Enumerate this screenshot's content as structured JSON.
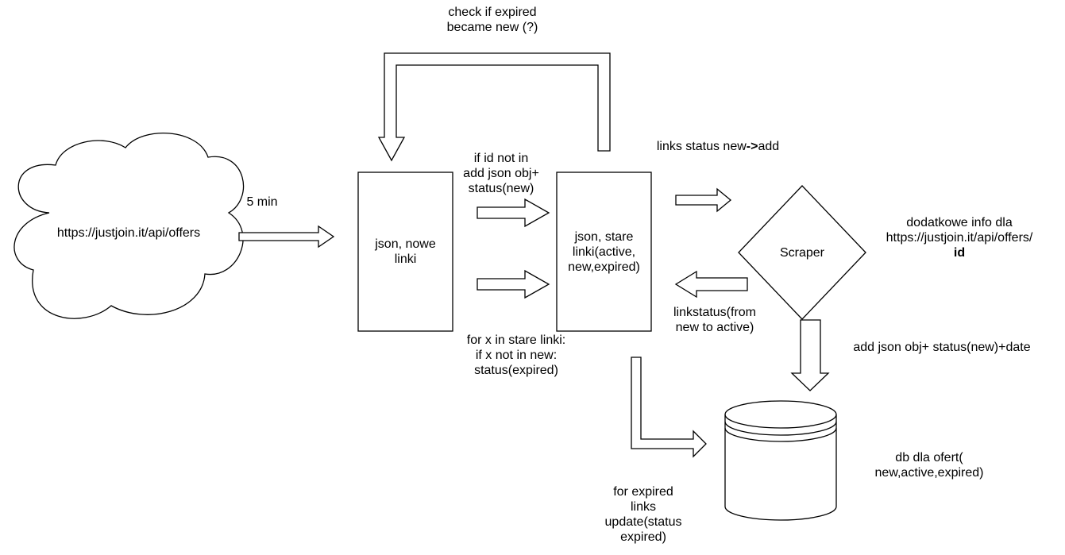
{
  "source_cloud": {
    "label": "https://justjoin.it/api/offers"
  },
  "interval_label": "5 min",
  "new_links_box": {
    "line1": "json, nowe",
    "line2": "linki"
  },
  "old_links_box": {
    "line1": "json, stare",
    "line2": "linki(active,",
    "line3": "new,expired)"
  },
  "loop_label": {
    "line1": "check if expired",
    "line2": "became new (?)"
  },
  "add_label": {
    "line1": "if id not in",
    "line2": "add json obj+",
    "line3": "status(new)"
  },
  "expire_label": {
    "line1": "for x in stare linki:",
    "line2": "if x not in new:",
    "line3": "status(expired)"
  },
  "links_status_label": {
    "prefix": "links status new",
    "arrow": "->",
    "suffix": "add"
  },
  "scraper": {
    "label": "Scraper"
  },
  "scraper_info": {
    "line1": "dodatkowe info dla",
    "line2": "https://justjoin.it/api/offers/",
    "line3": "id"
  },
  "linkstatus_label": {
    "line1": "linkstatus(from",
    "line2": "new to active)"
  },
  "db_insert_label": "add json obj+ status(new)+date",
  "update_label": {
    "line1": "for expired",
    "line2": "links",
    "line3": "update(status",
    "line4": "expired)"
  },
  "database": {
    "line1": "db dla ofert(",
    "line2": "new,active,expired)"
  }
}
